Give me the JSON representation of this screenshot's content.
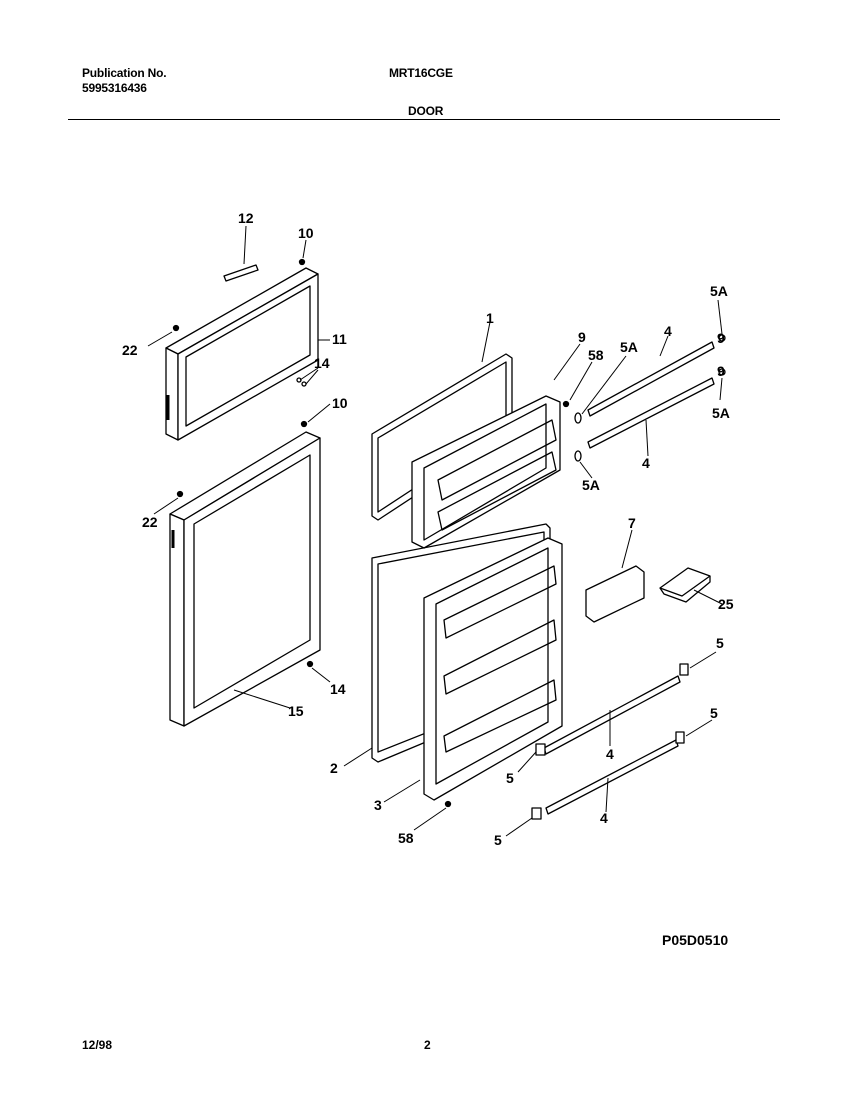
{
  "header": {
    "publication_label": "Publication No.",
    "publication_number": "5995316436",
    "model": "MRT16CGE",
    "section": "DOOR"
  },
  "footer": {
    "date": "12/98",
    "page": "2",
    "figure_code": "P05D0510"
  },
  "callouts": [
    {
      "id": "c12",
      "text": "12"
    },
    {
      "id": "c10a",
      "text": "10"
    },
    {
      "id": "c22a",
      "text": "22"
    },
    {
      "id": "c11",
      "text": "11"
    },
    {
      "id": "c14a",
      "text": "14"
    },
    {
      "id": "c10b",
      "text": "10"
    },
    {
      "id": "c22b",
      "text": "22"
    },
    {
      "id": "c14b",
      "text": "14"
    },
    {
      "id": "c15",
      "text": "15"
    },
    {
      "id": "c1",
      "text": "1"
    },
    {
      "id": "c9",
      "text": "9"
    },
    {
      "id": "c58a",
      "text": "58"
    },
    {
      "id": "c5Aa",
      "text": "5A"
    },
    {
      "id": "c4a",
      "text": "4"
    },
    {
      "id": "c5Ab",
      "text": "5A"
    },
    {
      "id": "c9b",
      "text": "9"
    },
    {
      "id": "c9c",
      "text": "9"
    },
    {
      "id": "c5Ac",
      "text": "5A"
    },
    {
      "id": "c4b",
      "text": "4"
    },
    {
      "id": "c5Ad",
      "text": "5A"
    },
    {
      "id": "c7",
      "text": "7"
    },
    {
      "id": "c25",
      "text": "25"
    },
    {
      "id": "c5a",
      "text": "5"
    },
    {
      "id": "c4c",
      "text": "4"
    },
    {
      "id": "c5b",
      "text": "5"
    },
    {
      "id": "c5c",
      "text": "5"
    },
    {
      "id": "c4d",
      "text": "4"
    },
    {
      "id": "c5d",
      "text": "5"
    },
    {
      "id": "c2",
      "text": "2"
    },
    {
      "id": "c3",
      "text": "3"
    },
    {
      "id": "c58b",
      "text": "58"
    }
  ]
}
